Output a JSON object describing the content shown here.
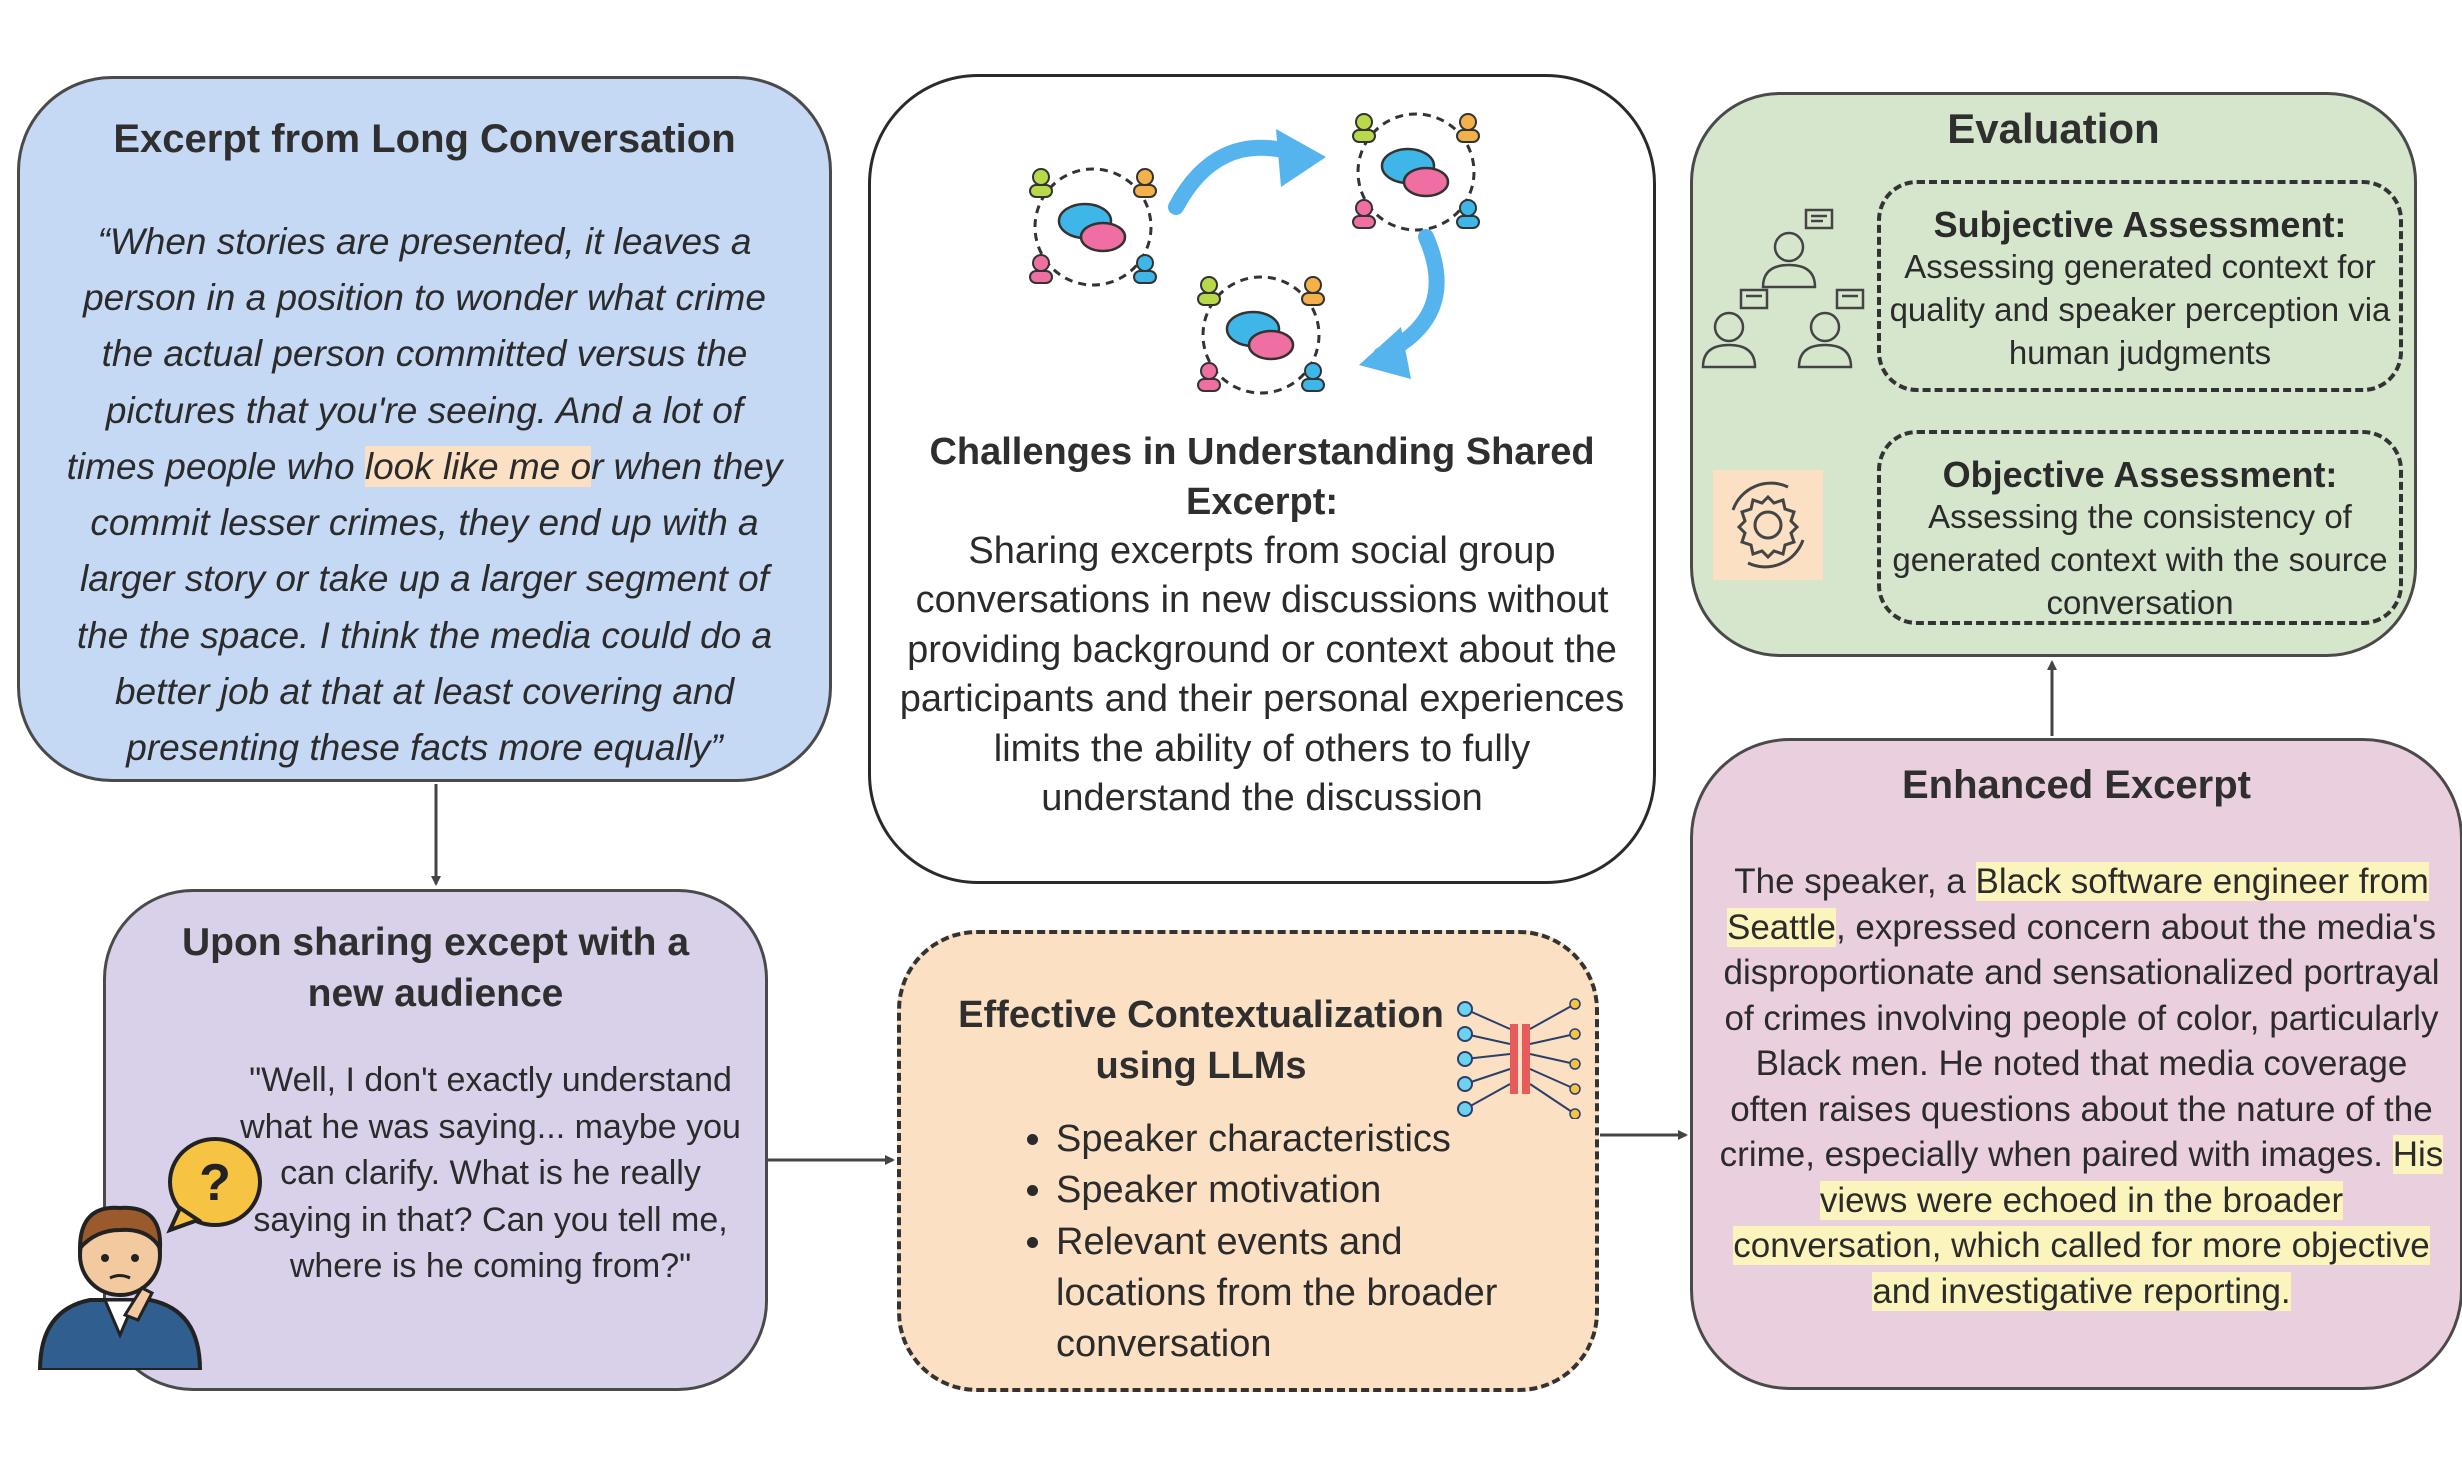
{
  "excerpt": {
    "title": "Excerpt from Long Conversation",
    "quote_before": "“When stories are presented, it leaves a person in a position to wonder what crime the actual person committed versus the pictures that you're seeing. And a lot of times people who ",
    "quote_highlight": "look like me o",
    "quote_after": "r when they commit lesser crimes, they end up with a larger story or take up a larger segment of the the space. I think the media could do a better job at that at least covering and presenting these facts more equally”"
  },
  "challenges": {
    "title": "Challenges in Understanding Shared Excerpt:",
    "text": "Sharing excerpts from social group conversations in new discussions without providing background or context about the participants and their personal experiences limits the ability of others to fully understand the discussion"
  },
  "evaluation": {
    "title": "Evaluation",
    "subjective_title": "Subjective Assessment:",
    "subjective_text": "Assessing generated context for quality and speaker perception via human judgments",
    "objective_title": "Objective Assessment:",
    "objective_text": "Assessing the consistency of generated context with the source conversation"
  },
  "share": {
    "title": "Upon sharing except with a new audience",
    "quote": "\"Well, I don't exactly understand what he was saying... maybe you can clarify. What is he really saying in that? Can you tell me, where is he coming from?\"",
    "speech_bubble": "?"
  },
  "llm": {
    "title": "Effective Contextualization using LLMs",
    "bullets": [
      "Speaker characteristics",
      "Speaker motivation",
      "Relevant events and locations from the broader conversation"
    ]
  },
  "enhanced": {
    "title": "Enhanced Excerpt",
    "part1": "The speaker, a ",
    "hl1": "Black software engineer from Seattle",
    "part2": ", expressed concern about the media's disproportionate and sensationalized portrayal of crimes involving people of color, particularly Black men. He noted that media coverage often raises questions about the nature of the crime, especially when paired with images. ",
    "hl2": "His views were echoed in the broader conversation, which called for more objective and investigative reporting."
  },
  "colors": {
    "excerpt_bg": "#c5d8f4",
    "eval_bg": "#d6e6cd",
    "share_bg": "#d9d1e9",
    "llm_bg": "#fbe0c3",
    "enhanced_bg": "#ead0df",
    "highlight_orange": "#fbe0c3",
    "highlight_yellow": "#fbf4bd",
    "arrow_blue": "#55b4ee"
  },
  "icons": [
    "group-chat-icon",
    "cycle-arrow-icon",
    "confused-person-icon",
    "question-bubble-icon",
    "neural-network-icon",
    "people-feedback-icon",
    "gear-cycle-icon"
  ]
}
